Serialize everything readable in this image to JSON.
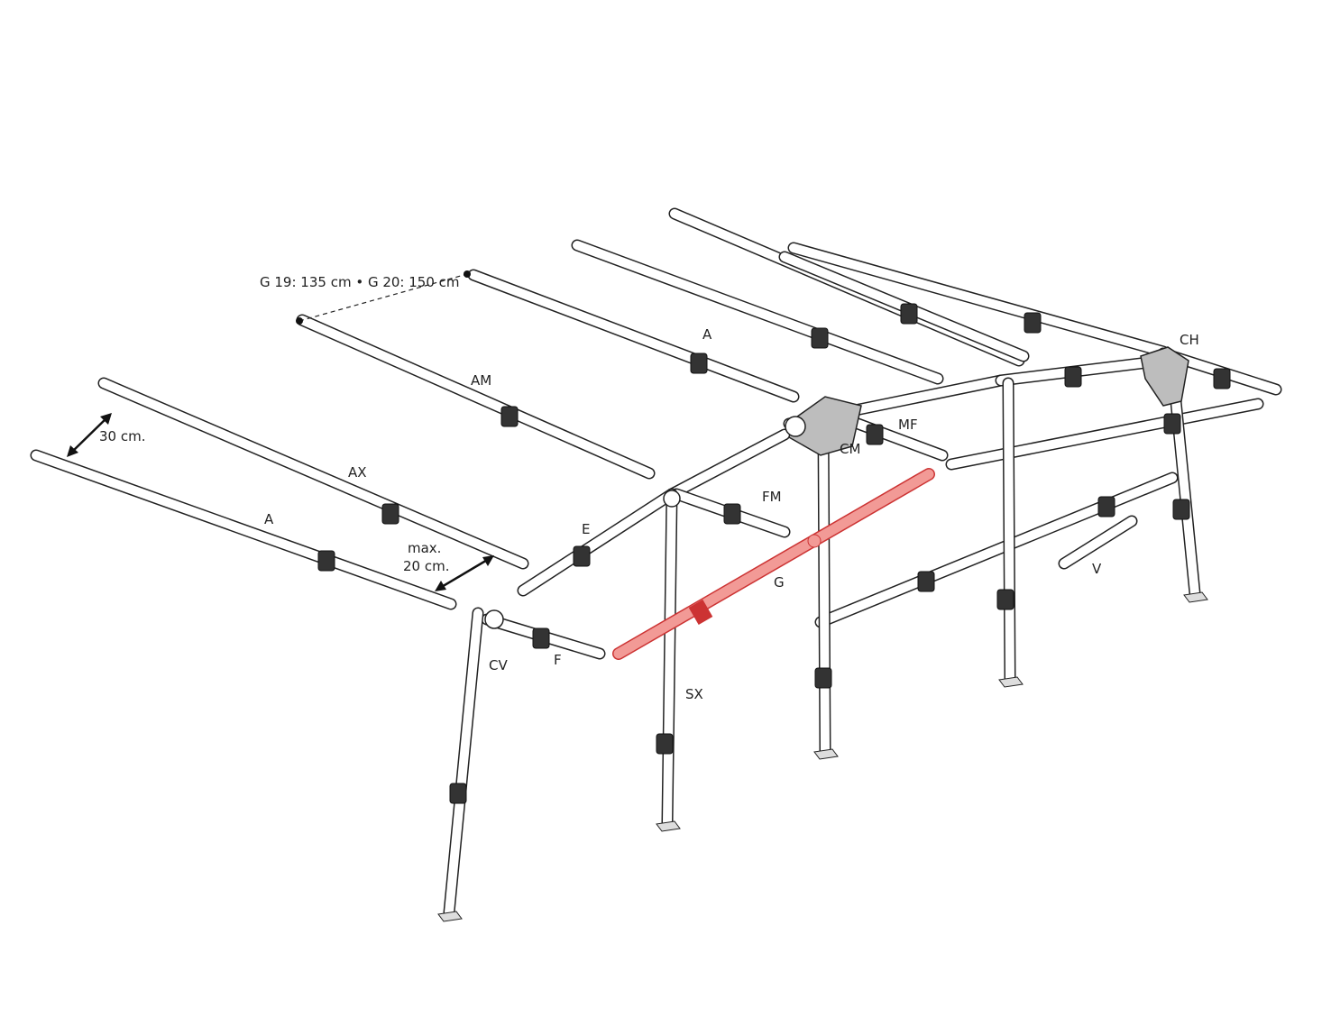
{
  "title_note": "G 19: 135 cm  •  G 20: 150 cm",
  "labels": {
    "a_top": "A",
    "am": "AM",
    "ax": "AX",
    "a_left": "A",
    "dist_30": "30 cm.",
    "max_20_line1": "max.",
    "max_20_line2": "20 cm.",
    "e": "E",
    "fm": "FM",
    "cm": "CM",
    "mf": "MF",
    "ch": "CH",
    "g": "G",
    "v": "V",
    "cv": "CV",
    "f": "F",
    "sx": "SX"
  },
  "colors": {
    "highlight": "#f29a96",
    "connector": "#bdbdbd"
  }
}
